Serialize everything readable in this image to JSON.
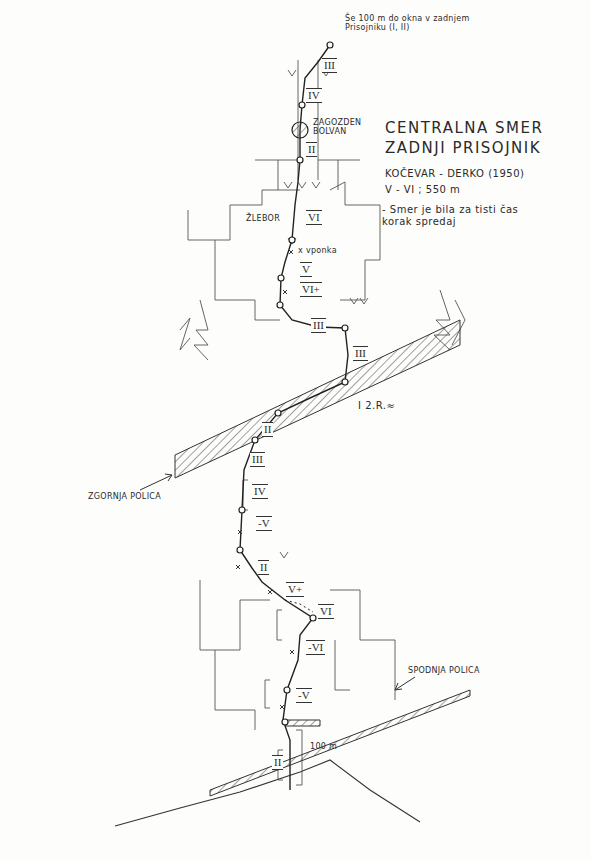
{
  "diagram": {
    "title": "CENTRALNA SMER ZADNJI PRISOJNIK",
    "labels": [
      "Še 100 m do okna v zadnjem Prisojniku (I, II)",
      "KOČEVAR - DERKO (1950)",
      "V - VI ; 550 m",
      "- Smer je bila za tisti čas korak spredaj",
      "III",
      "IV",
      "ZAGOZDEN BOLVAN",
      "II",
      "VI",
      "ŽLEBOR",
      "x vponka",
      "V",
      "VI+",
      "III",
      "III",
      "I 2.R.≈",
      "II",
      "III",
      "IV",
      "-V",
      "ZGORNJA POLICA",
      "II",
      "V+",
      "VI",
      "-VI",
      "-V",
      "SPODNJA POLICA",
      "II",
      "100 m"
    ]
  }
}
